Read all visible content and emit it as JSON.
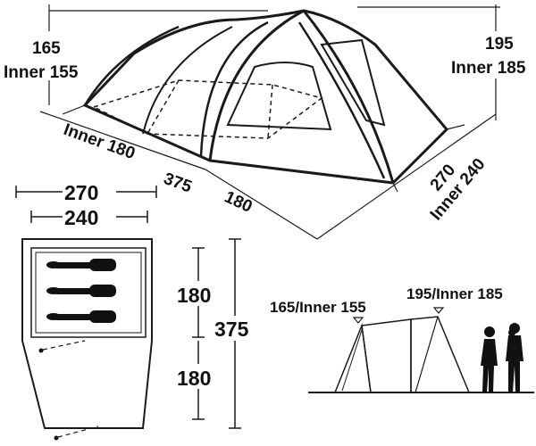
{
  "perspective": {
    "left_height": "165",
    "left_inner": "Inner 155",
    "right_height": "195",
    "right_inner": "Inner 185",
    "inner_length": "Inner 180",
    "total_length": "375",
    "vestibule": "180",
    "width": "270",
    "width_inner": "Inner 240"
  },
  "floorplan": {
    "outer_width": "270",
    "inner_width": "240",
    "inner_length": "180",
    "vestibule_length": "180",
    "total_length": "375"
  },
  "side_view": {
    "left_height": "165/Inner 155",
    "right_height": "195/Inner 185"
  },
  "colors": {
    "outline": "#1a1a1a",
    "panel_fill": "#d9d9d9",
    "window_fill": "#c7c7c7",
    "person_fill": "#111111"
  }
}
